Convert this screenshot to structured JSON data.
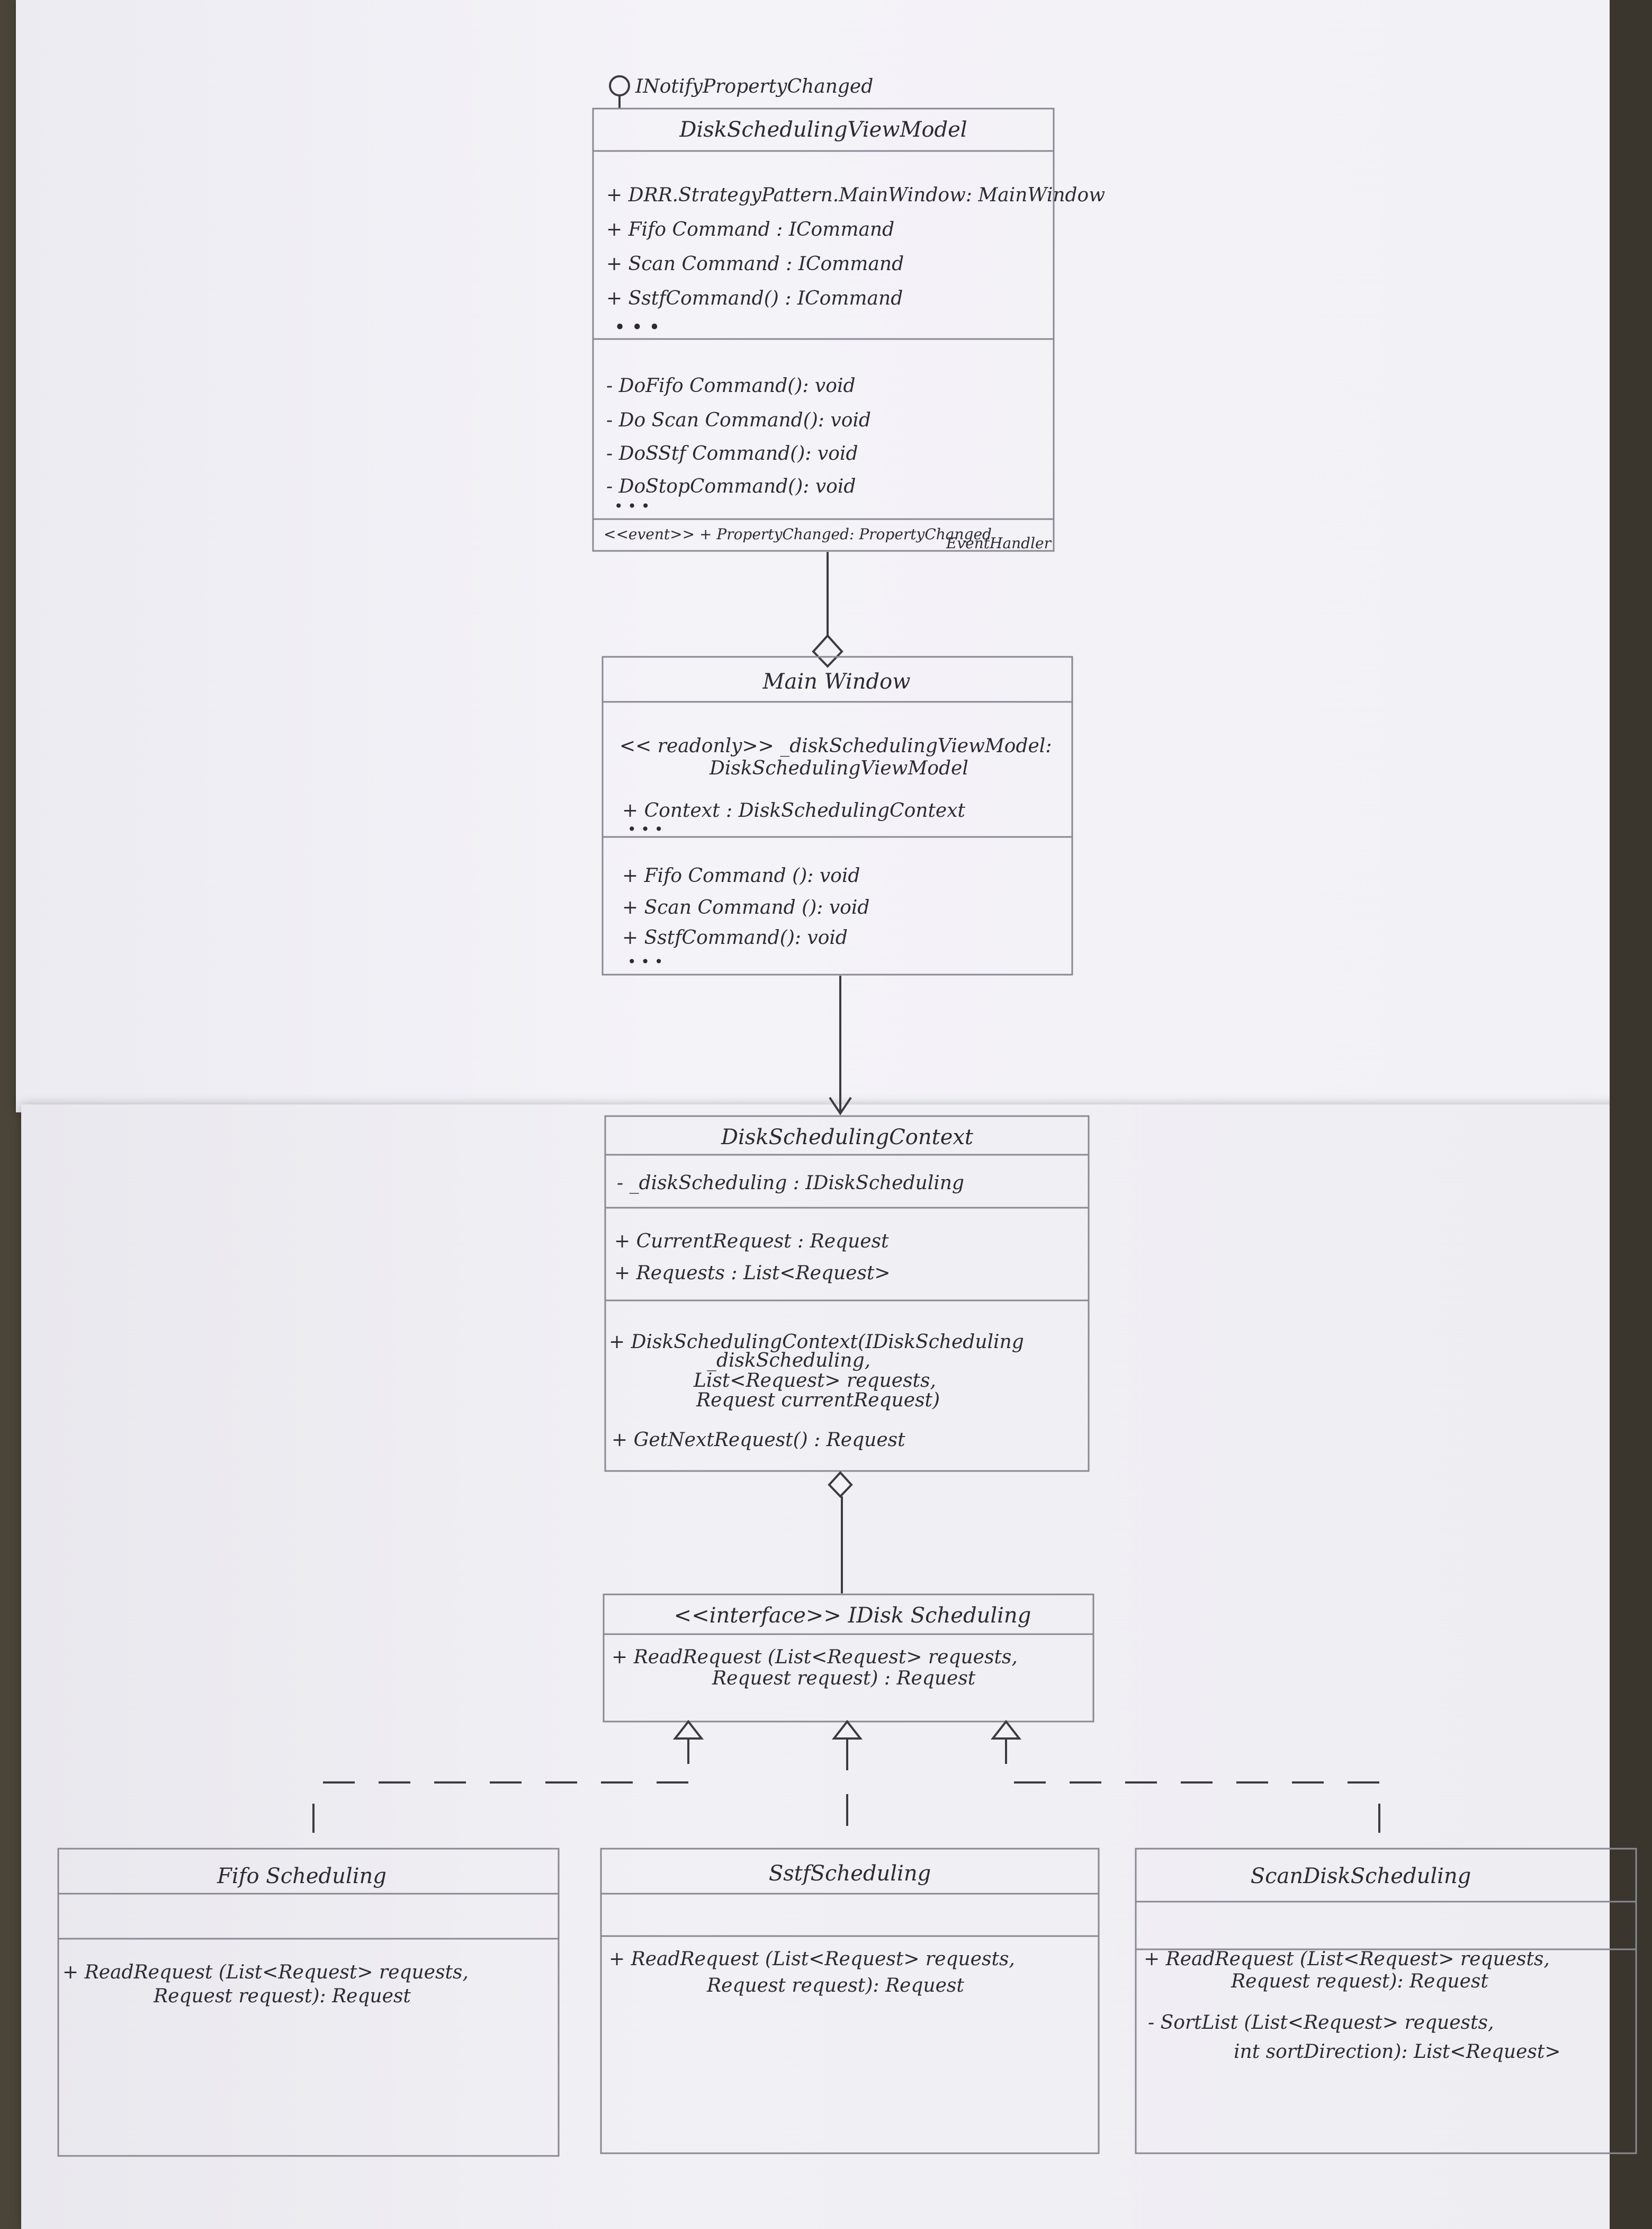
{
  "lollipop_label": "INotifyPropertyChanged",
  "viewmodel": {
    "title": "DiskSchedulingViewModel",
    "attributes": [
      "+ DRR.StrategyPattern.MainWindow: MainWindow",
      "+ Fifo Command : ICommand",
      "+ Scan Command : ICommand",
      "+ SstfCommand() : ICommand",
      "• • •"
    ],
    "operations": [
      "- DoFifo Command(): void",
      "- Do Scan Command(): void",
      "- DoSStf Command(): void",
      "- DoStopCommand(): void",
      "• • •"
    ],
    "event_line1": "<<event>> + PropertyChanged: PropertyChanged",
    "event_line2": "EventHandler"
  },
  "mainwindow": {
    "title": "Main Window",
    "attributes": [
      "<< readonly>> _diskSchedulingViewModel:",
      "DiskSchedulingViewModel",
      "+ Context : DiskSchedulingContext",
      "• • •"
    ],
    "operations": [
      "+ Fifo Command (): void",
      "+ Scan Command (): void",
      "+ SstfCommand(): void",
      "• • •"
    ]
  },
  "context": {
    "title": "DiskSchedulingContext",
    "field": "- _diskScheduling : IDiskScheduling",
    "properties": [
      "+ CurrentRequest : Request",
      "+ Requests : List<Request>"
    ],
    "operations": [
      "+ DiskSchedulingContext(IDiskScheduling",
      "_diskScheduling,",
      "List<Request> requests,",
      "Request currentRequest)",
      "+ GetNextRequest() : Request"
    ]
  },
  "interface": {
    "title": "<<interface>> IDisk Scheduling",
    "op_line1": "+ ReadRequest (List<Request> requests,",
    "op_line2": "Request request) : Request"
  },
  "fifo": {
    "title": "Fifo Scheduling",
    "op_line1": "+ ReadRequest (List<Request> requests,",
    "op_line2": "Request request): Request"
  },
  "sstf": {
    "title": "SstfScheduling",
    "op_line1": "+ ReadRequest (List<Request> requests,",
    "op_line2": "Request request): Request"
  },
  "scan": {
    "title": "ScanDiskScheduling",
    "op_line1": "+ ReadRequest (List<Request> requests,",
    "op_line2": "Request request): Request",
    "op_line3": "- SortList (List<Request> requests,",
    "op_line4": "int sortDirection): List<Request>"
  },
  "colors": {
    "paper": "#f1f0f5",
    "ink": "#2c2a33",
    "pencil": "#8a8893",
    "background": "#4a4538"
  }
}
